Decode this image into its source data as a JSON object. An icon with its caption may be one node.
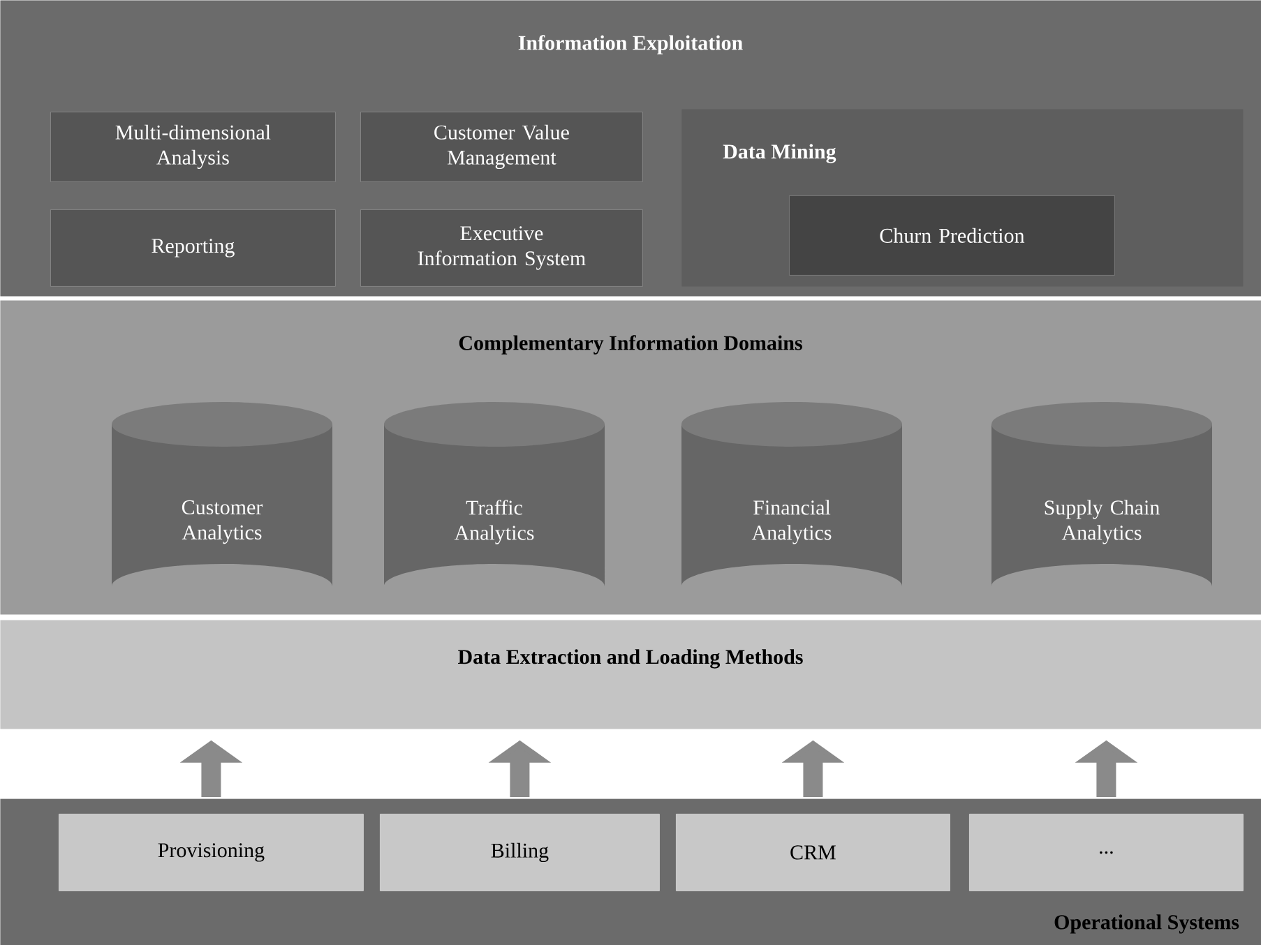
{
  "diagram": {
    "nodes": [
      {
        "text": [
          "Information Exploitation"
        ]
      },
      {
        "text": [
          "Multi-dimensional Analysis"
        ],
        "in": 0
      },
      {
        "text": [
          "Customer Value Management"
        ],
        "in": 0
      },
      {
        "text": [
          "Reporting"
        ],
        "in": 0
      },
      {
        "text": [
          "Executive Information System"
        ],
        "in": 0
      },
      {
        "text": [
          "Data Mining"
        ],
        "in": 0
      },
      {
        "text": [
          "Churn Prediction"
        ],
        "in": 5
      },
      {
        "text": [
          "Complementary Information Domains"
        ]
      },
      {
        "text": [
          "Customer Analytics"
        ],
        "in": 7
      },
      {
        "text": [
          "Traffic Analytics"
        ],
        "in": 7
      },
      {
        "text": [
          "Financial Analytics"
        ],
        "in": 7
      },
      {
        "text": [
          "Supply Chain Analytics"
        ],
        "in": 7
      },
      {
        "text": [
          "Data Extraction and Loading Methods"
        ]
      },
      {
        "text": [
          "Operational Systems"
        ]
      },
      {
        "text": [
          "Provisioning"
        ],
        "in": 13
      },
      {
        "text": [
          "Billing"
        ],
        "in": 13
      },
      {
        "text": [
          "CRM"
        ],
        "in": 13
      },
      {
        "text": [
          "..."
        ],
        "in": 13
      }
    ],
    "edges": [
      {
        "from": 14,
        "to": 12,
        "arrow": "to"
      },
      {
        "from": 15,
        "to": 12,
        "arrow": "to"
      },
      {
        "from": 16,
        "to": 12,
        "arrow": "to"
      },
      {
        "from": 17,
        "to": 12,
        "arrow": "to"
      }
    ]
  }
}
